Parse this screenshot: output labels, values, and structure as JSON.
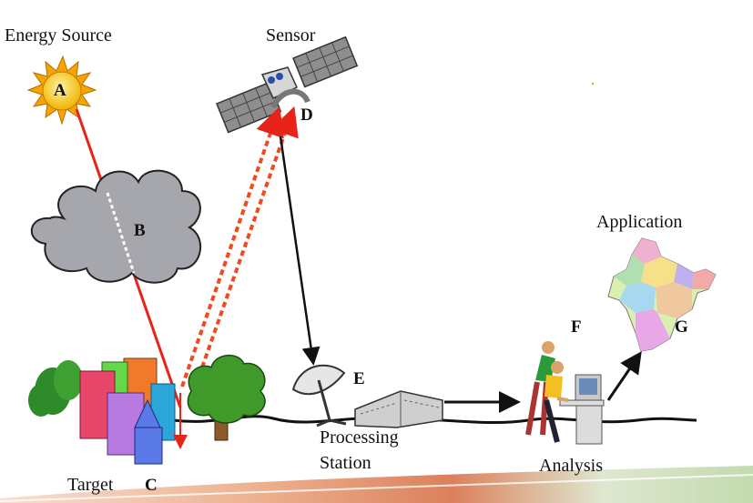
{
  "labels": {
    "energy_source": "Energy Source",
    "sensor": "Sensor",
    "application": "Application",
    "processing_line1": "Processing",
    "processing_line2": "Station",
    "analysis": "Analysis",
    "target": "Target"
  },
  "letters": {
    "a": "A",
    "b": "B",
    "c": "C",
    "d": "D",
    "e": "E",
    "f": "F",
    "g": "G"
  },
  "colors": {
    "energy_ray": "#e8231a",
    "reflected_ray": "#f04a20",
    "data_link": "#111111",
    "sun": "#f7c21a",
    "cloud": "#a6a6ad",
    "tree": "#3f9a2a",
    "ground": "#111111"
  }
}
